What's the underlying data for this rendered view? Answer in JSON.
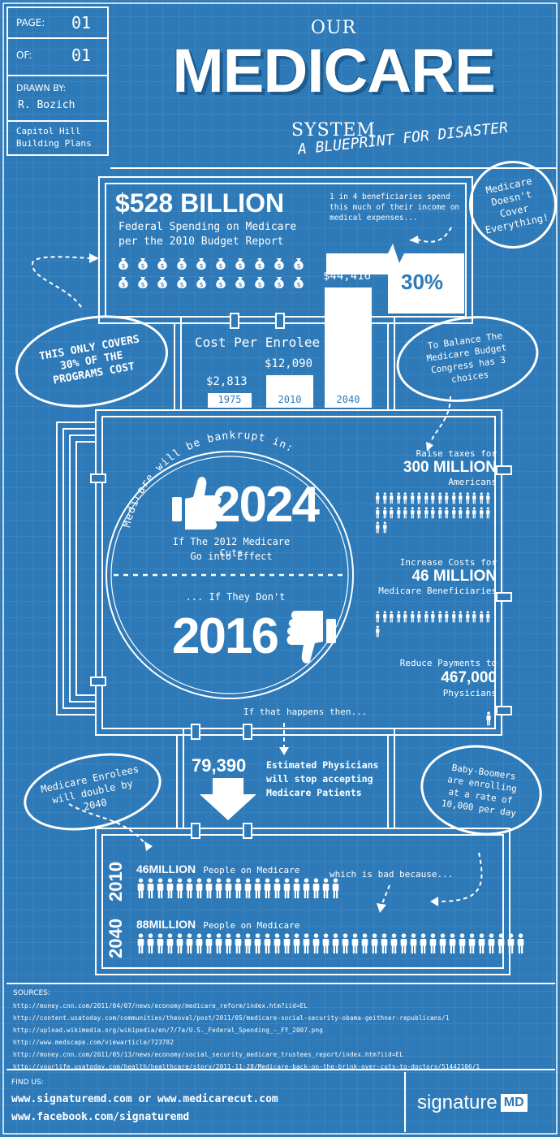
{
  "title_block": {
    "page_label": "PAGE:",
    "page_value": "01",
    "of_label": "OF:",
    "of_value": "01",
    "drawn_label": "DRAWN BY:",
    "drawn_value": "R. Bozich",
    "plan": "Capitol Hill Building Plans"
  },
  "header": {
    "our": "OUR",
    "medicare": "MEDICARE",
    "system": "SYSTEM",
    "subtitle": "A BLUEPRINT FOR DISASTER"
  },
  "spending": {
    "amount": "$528 BILLION",
    "desc1": "Federal Spending on Medicare",
    "desc2": "per the 2010 Budget Report",
    "bag_count": 20,
    "note": "This only covers 30% of the programs cost"
  },
  "income": {
    "text": "1 in 4 beneficiaries spend this much of their income on medical expenses...",
    "value": "30%",
    "note": "Medicare Doesn't Cover Everything!"
  },
  "cost_per_enrolee": {
    "title": "Cost Per Enrolee",
    "bars": [
      {
        "year": "1975",
        "value": "$2,813",
        "amount": 2813
      },
      {
        "year": "2010",
        "value": "$12,090",
        "amount": 12090
      },
      {
        "year": "2040",
        "value": "$44,416",
        "amount": 44416
      }
    ]
  },
  "balance": {
    "note": "To Balance The Medicare Budget Congress has 3 choices"
  },
  "bankrupt": {
    "arc_text": "Medicare will be bankrupt in:",
    "year1": "2024",
    "line1": "If The 2012 Medicare Cuts",
    "line2": "Go into Effect",
    "if_not": "... If They Don't",
    "year2": "2016"
  },
  "choices": [
    {
      "line1": "Raise taxes for",
      "big": "300 MILLION",
      "line2": "Americans",
      "people": 36
    },
    {
      "line1": "Increase Costs for",
      "big": "46 MILLION",
      "line2": "Medicare Beneficiaries",
      "people": 18
    },
    {
      "line1": "Reduce Payments to",
      "big": "467,000",
      "line2": "Physicians",
      "people": 1
    }
  ],
  "then_text": "If that happens then...",
  "physicians": {
    "value": "79,390",
    "text": "Estimated Physicians will stop accepting Medicare Patients"
  },
  "double_note": "Medicare Enrolees will double by 2040",
  "boomer_note": "Baby-Boomers are enrolling at a rate of 10,000 per day",
  "bad_because": "which is bad because...",
  "enrollment": [
    {
      "year": "2010",
      "big": "46MILLION",
      "label": "People on Medicare",
      "people": 21
    },
    {
      "year": "2040",
      "big": "88MILLION",
      "label": "People on Medicare",
      "people": 40
    }
  ],
  "sources": {
    "label": "SOURCES:",
    "lines": [
      "http://money.cnn.com/2011/04/07/news/economy/medicare_reform/index.htm?iid=EL",
      "http://content.usatoday.com/communities/theoval/post/2011/05/medicare-social-security-obama-geithner-republicans/1",
      "http://upload.wikimedia.org/wikipedia/en/7/7a/U.S._Federal_Spending_-_FY_2007.png",
      "http://www.medscape.com/viewarticle/723782",
      "http://money.cnn.com/2011/05/13/news/economy/social_security_medicare_trustees_report/index.htm?iid=EL",
      "http://yourlife.usatoday.com/health/healthcare/story/2011-11-28/Medicare-back-on-the-brink-over-cuts-to-doctors/51442106/1"
    ]
  },
  "footer": {
    "find_label": "FIND US:",
    "line1": "www.signaturemd.com or www.medicarecut.com",
    "line2": "www.facebook.com/signaturemd",
    "brand": "signature",
    "brand_md": "MD"
  }
}
